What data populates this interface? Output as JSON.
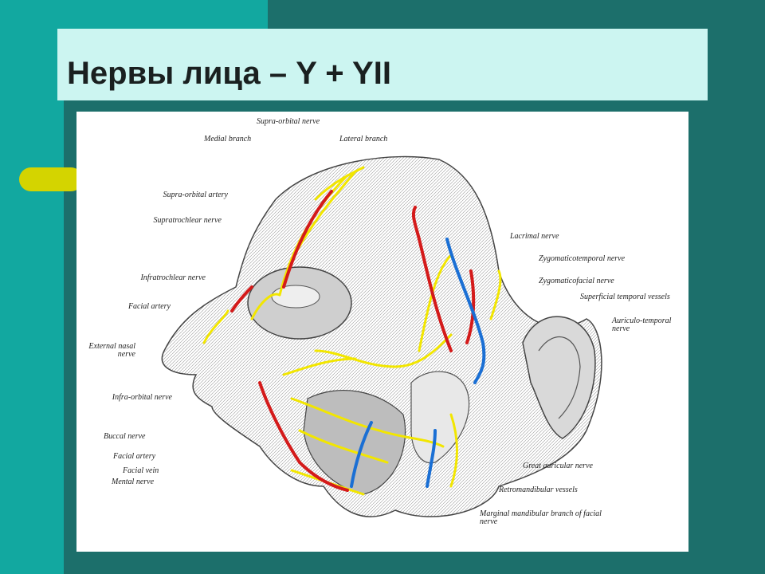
{
  "slide": {
    "title": "Нервы лица – Y + YII"
  },
  "figure": {
    "labels": {
      "supra_orbital_nerve": "Supra-orbital nerve",
      "medial_branch": "Medial branch",
      "lateral_branch": "Lateral branch",
      "supra_orbital_artery": "Supra-orbital artery",
      "supratrochlear_nerve": "Supratrochlear nerve",
      "infratrochlear_nerve": "Infratrochlear nerve",
      "facial_artery_top": "Facial artery",
      "external_nasal_nerve": "External nasal nerve",
      "infra_orbital_nerve": "Infra-orbital nerve",
      "buccal_nerve": "Buccal nerve",
      "facial_artery_bottom": "Facial artery",
      "facial_vein": "Facial vein",
      "mental_nerve": "Mental nerve",
      "lacrimal_nerve": "Lacrimal nerve",
      "zygomaticotemporal_nerve": "Zygomaticotemporal nerve",
      "zygomaticofacial_nerve": "Zygomaticofacial nerve",
      "superficial_temporal_vessels": "Superficial temporal vessels",
      "auriculotemporal_nerve": "Auriculo-temporal nerve",
      "great_auricular_nerve": "Great auricular nerve",
      "retromandibular_vessels": "Retromandibular vessels",
      "marginal_mandibular_branch": "Marginal mandibular branch of facial nerve"
    },
    "colors": {
      "nerve": "#f2e600",
      "artery": "#d41a1a",
      "vein": "#1a6fd4"
    }
  }
}
